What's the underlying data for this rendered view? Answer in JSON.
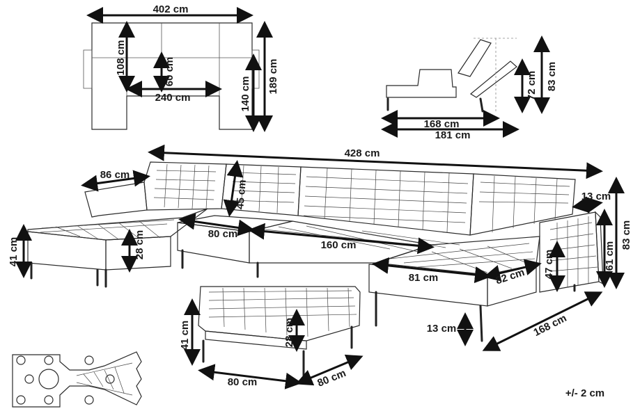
{
  "top_view": {
    "width": "402 cm",
    "seat_inner": "108 cm",
    "backrest_depth": "60 cm",
    "middle_width": "240 cm",
    "chaise_depth": "140 cm",
    "total_depth": "189 cm"
  },
  "side_view": {
    "inner_length": "168 cm",
    "total_length": "181 cm",
    "back_height": "72 cm",
    "total_height": "83 cm"
  },
  "main_view": {
    "total_width": "428 cm",
    "chaise_width": "86 cm",
    "back_height": "45 cm",
    "seat_width_left": "80 cm",
    "seat_width_center": "160 cm",
    "chaise_seat_height": "28 cm",
    "floor_to_seat": "41 cm",
    "chaise_right_width": "81 cm",
    "chaise_right_depth": "82 cm",
    "arm_width": "13 cm",
    "arm_height": "61 cm",
    "overall_height": "83 cm",
    "inner_height": "47 cm",
    "leg_height": "13 cm",
    "chaise_length": "168 cm"
  },
  "ottoman": {
    "height": "41 cm",
    "cushion": "28 cm",
    "width": "80 cm",
    "depth": "80 cm"
  },
  "tolerance": "+/- 2 cm"
}
